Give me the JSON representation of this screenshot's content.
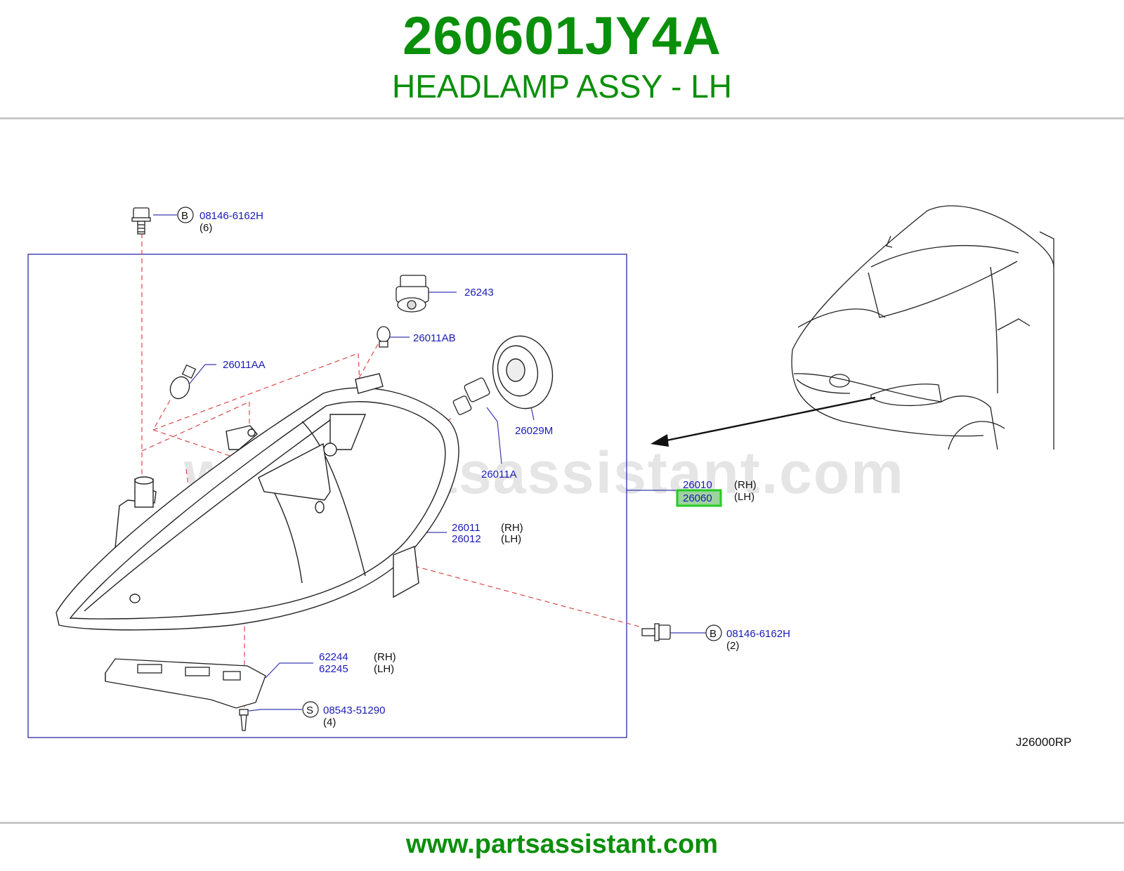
{
  "header": {
    "part_number": "260601JY4A",
    "part_name": "HEADLAMP ASSY - LH"
  },
  "diagram": {
    "watermark": "www.partsassistant.com",
    "code": "J26000RP",
    "highlight_color": "#22cc22",
    "callouts": [
      {
        "id": "bolt-top",
        "marker": "B",
        "part": "08146-6162H",
        "qty": "(6)"
      },
      {
        "id": "socket",
        "part": "26243"
      },
      {
        "id": "bulb-small",
        "part": "26011AB"
      },
      {
        "id": "bulb-turn",
        "part": "26011AA"
      },
      {
        "id": "cap",
        "part": "26029M"
      },
      {
        "id": "bulb-main",
        "part": "26011A"
      },
      {
        "id": "assy-rh",
        "part": "26010",
        "side": "(RH)"
      },
      {
        "id": "assy-lh",
        "part": "26060",
        "side": "(LH)",
        "highlighted": true
      },
      {
        "id": "housing-rh",
        "part": "26011",
        "side": "(RH)"
      },
      {
        "id": "housing-lh",
        "part": "26012",
        "side": "(LH)"
      },
      {
        "id": "bracket-rh",
        "part": "62244",
        "side": "(RH)"
      },
      {
        "id": "bracket-lh",
        "part": "62245",
        "side": "(LH)"
      },
      {
        "id": "screw",
        "marker": "S",
        "part": "08543-51290",
        "qty": "(4)"
      },
      {
        "id": "bolt-side",
        "marker": "B",
        "part": "08146-6162H",
        "qty": "(2)"
      }
    ]
  },
  "footer": {
    "url": "www.partsassistant.com"
  }
}
